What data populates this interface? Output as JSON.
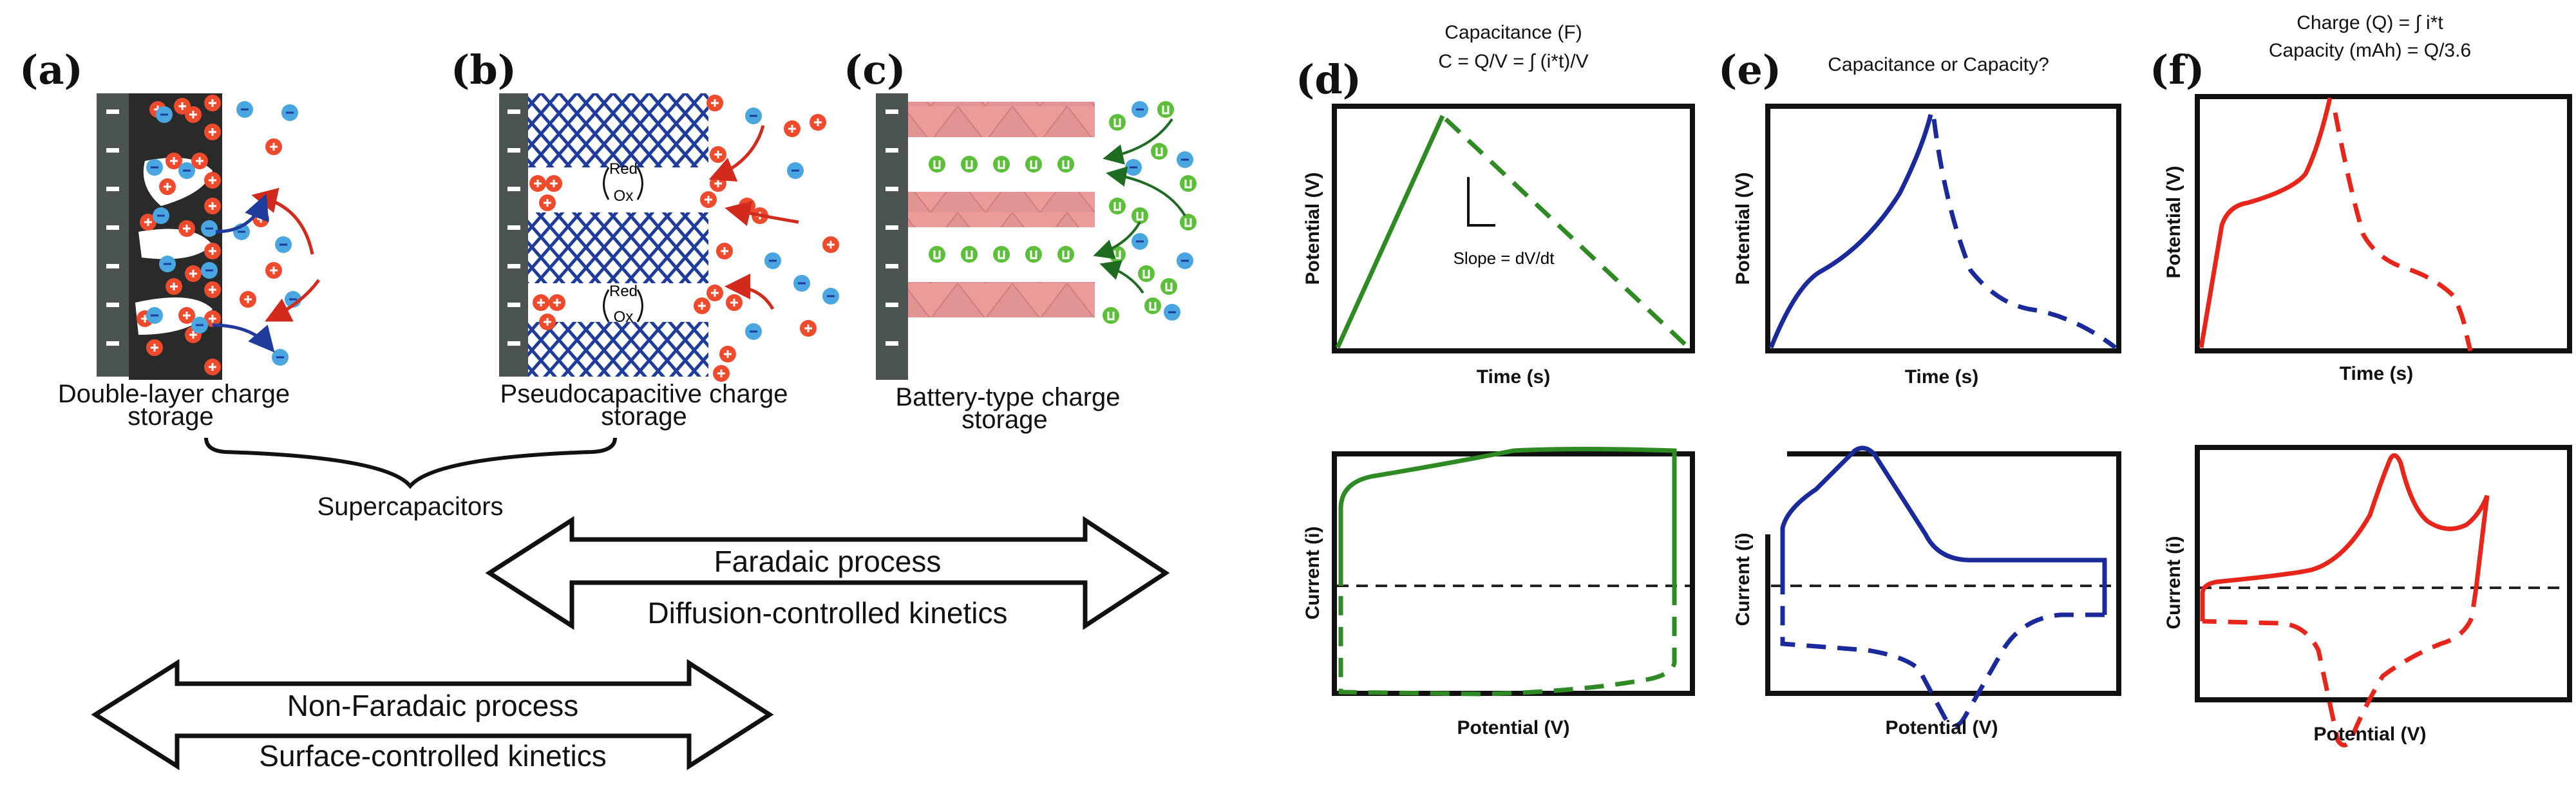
{
  "panels": {
    "a": {
      "label": "(a)",
      "caption_line1": "Double-layer charge",
      "caption_line2": "storage"
    },
    "b": {
      "label": "(b)",
      "caption_line1": "Pseudocapacitive charge",
      "caption_line2": "storage",
      "redox_top": "Red",
      "redox_bottom": "Ox"
    },
    "c": {
      "label": "(c)",
      "caption_line1": "Battery-type charge",
      "caption_line2": "storage"
    }
  },
  "brace_label": "Supercapacitors",
  "arrows": {
    "faradaic": {
      "top": "Faradaic process",
      "bottom": "Diffusion-controlled kinetics"
    },
    "non_faradaic": {
      "top": "Non-Faradaic process",
      "bottom": "Surface-controlled kinetics"
    }
  },
  "plots": {
    "d": {
      "label": "(d)",
      "title_line1": "Capacitance (F)",
      "title_line2": "C = Q/V = ∫ (i*t)/V",
      "top": {
        "xlabel": "Time (s)",
        "ylabel": "Potential (V)",
        "annotation": "Slope = dV/dt"
      },
      "bottom": {
        "xlabel": "Potential (V)",
        "ylabel": "Current (i)"
      },
      "color": "#2e8b24"
    },
    "e": {
      "label": "(e)",
      "title_line1": "Capacitance or Capacity?",
      "top": {
        "xlabel": "Time (s)",
        "ylabel": "Potential (V)"
      },
      "bottom": {
        "xlabel": "Potential (V)",
        "ylabel": "Current (i)"
      },
      "color": "#1a2a9a"
    },
    "f": {
      "label": "(f)",
      "title_line1": "Charge (Q) = ∫ i*t",
      "title_line2": "Capacity (mAh) = Q/3.6",
      "top": {
        "xlabel": "Time (s)",
        "ylabel": "Potential (V)"
      },
      "bottom": {
        "xlabel": "Potential (V)",
        "ylabel": "Current (i)"
      },
      "color": "#e8251a"
    }
  },
  "colors": {
    "cation": "#ef4a2c",
    "anion": "#4aa6e0",
    "lithium": "#5cbf3a",
    "electrode": "#4b5452",
    "carbon": "#2a2a2a",
    "lattice": "#1f3c9c",
    "slab": "#ec9a9a"
  }
}
